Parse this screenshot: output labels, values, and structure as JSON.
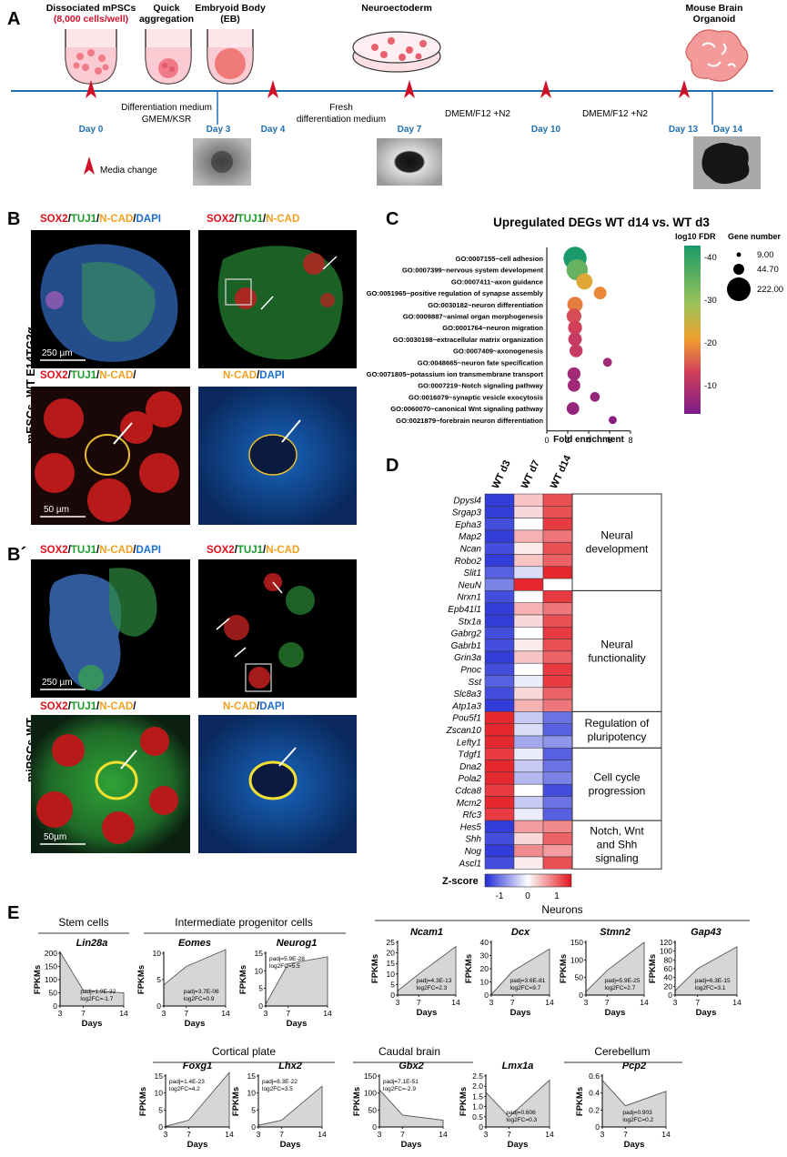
{
  "panel_letters": {
    "A": "A",
    "B": "B",
    "Bp": "B´",
    "C": "C",
    "D": "D",
    "E": "E"
  },
  "colors": {
    "timeline": "#1f6fb5",
    "arrow": "#d0102b",
    "sox2": "#e0101b",
    "tuj1": "#1a9a2a",
    "ncad": "#f0a020",
    "dapi": "#1a6fd0"
  },
  "panelA": {
    "stage_labels": {
      "dissociated": "Dissociated mPSCs",
      "cells": "(8,000 cells/well)",
      "quick1": "Quick",
      "quick2": "aggregation",
      "eb1": "Embryoid Body",
      "eb2": "(EB)",
      "neuro": "Neuroectoderm",
      "organoid1": "Mouse Brain",
      "organoid2": "Organoid"
    },
    "days": [
      "Day 0",
      "Day 3",
      "Day 4",
      "Day 7",
      "Day 10",
      "Day 13",
      "Day 14"
    ],
    "media": {
      "gmem1": "Differentiation medium",
      "gmem2": "GMEM/KSR",
      "fresh1": "Fresh",
      "fresh2": "differentiation medium",
      "dmem1": "DMEM/F12 +N2",
      "dmem2": "DMEM/F12 +N2"
    },
    "legend": "Media change"
  },
  "panelB": {
    "side_label": "mESCs- WT E14TG2α",
    "sox2": "SOX2",
    "tuj1": "TUJ1",
    "ncad": "N-CAD",
    "dapi": "DAPI",
    "slash": "/",
    "slash_end": "/",
    "scale1": "250 µm",
    "scale2": "50 µm"
  },
  "panelBp": {
    "side_label": "miPSCs-WT",
    "scale1": "250 µm",
    "scale2": "50µm"
  },
  "panelC": {
    "title": "Upregulated DEGs WT d14 vs. WT d3",
    "xlabel": "Fold enrichment",
    "colorbar_title": "log10 FDR",
    "colorbar_ticks": [
      "-40",
      "-30",
      "-20",
      "-10"
    ],
    "size_title": "Gene number",
    "size_values": [
      "9.00",
      "44.70",
      "222.00"
    ],
    "x_ticks": [
      "0",
      "2",
      "4",
      "6",
      "8"
    ]
  },
  "chart_data": [
    {
      "type": "scatter",
      "title": "Upregulated DEGs WT d14 vs. WT d3",
      "xlabel": "Fold enrichment",
      "xlim": [
        0,
        8
      ],
      "terms": [
        {
          "term": "GO:0007155~cell adhesion",
          "fold": 2.7,
          "log10FDR": -42,
          "genes": 222
        },
        {
          "term": "GO:0007399~nervous system development",
          "fold": 2.9,
          "log10FDR": -35,
          "genes": 180
        },
        {
          "term": "GO:0007411~axon guidance",
          "fold": 3.6,
          "log10FDR": -22,
          "genes": 90
        },
        {
          "term": "GO:0051965~positive regulation of synapse assembly",
          "fold": 5.1,
          "log10FDR": -18,
          "genes": 45
        },
        {
          "term": "GO:0030182~neuron differentiation",
          "fold": 2.7,
          "log10FDR": -17,
          "genes": 80
        },
        {
          "term": "GO:0009887~animal organ morphogenesis",
          "fold": 2.6,
          "log10FDR": -13,
          "genes": 70
        },
        {
          "term": "GO:0001764~neuron migration",
          "fold": 2.7,
          "log10FDR": -12,
          "genes": 60
        },
        {
          "term": "GO:0030198~extracellular matrix organization",
          "fold": 2.7,
          "log10FDR": -11,
          "genes": 55
        },
        {
          "term": "GO:0007409~axonogenesis",
          "fold": 2.8,
          "log10FDR": -11,
          "genes": 50
        },
        {
          "term": "GO:0048665~neuron fate specification",
          "fold": 5.8,
          "log10FDR": -8,
          "genes": 15
        },
        {
          "term": "GO:0071805~potassium ion transmembrane transport",
          "fold": 2.6,
          "log10FDR": -8,
          "genes": 50
        },
        {
          "term": "GO:0007219~Notch signaling pathway",
          "fold": 2.6,
          "log10FDR": -8,
          "genes": 45
        },
        {
          "term": "GO:0016079~synaptic vesicle exocytosis",
          "fold": 4.6,
          "log10FDR": -7,
          "genes": 20
        },
        {
          "term": "GO:0060070~canonical Wnt signaling pathway",
          "fold": 2.5,
          "log10FDR": -7,
          "genes": 45
        },
        {
          "term": "GO:0021879~forebrain neuron differentiation",
          "fold": 6.3,
          "log10FDR": -6,
          "genes": 10
        }
      ]
    },
    {
      "type": "heatmap",
      "columns": [
        "WT d3",
        "WT d7",
        "WT d14"
      ],
      "colorbar_ticks": [
        "-1",
        "0",
        "1"
      ],
      "colorbar_label": "Z-score",
      "genes": [
        "Dpysl4",
        "Srgap3",
        "Epha3",
        "Map2",
        "Ncan",
        "Robo2",
        "Slit1",
        "NeuN",
        "Nrxn1",
        "Epb41l1",
        "Stx1a",
        "Gabrg2",
        "Gabrb1",
        "Grin3a",
        "Pnoc",
        "Sst",
        "Slc8a3",
        "Atp1a3",
        "Pou5f1",
        "Zscan10",
        "Lefty1",
        "Tdgf1",
        "Dna2",
        "Pola2",
        "Cdca8",
        "Mcm2",
        "Rfc3",
        "Hes5",
        "Shh",
        "Nog",
        "Ascl1"
      ],
      "values": [
        [
          -1.1,
          0.3,
          0.9
        ],
        [
          -1.1,
          0.2,
          0.9
        ],
        [
          -1.0,
          0.0,
          1.0
        ],
        [
          -1.1,
          0.4,
          0.7
        ],
        [
          -1.0,
          0.1,
          0.9
        ],
        [
          -1.1,
          0.3,
          0.8
        ],
        [
          -0.9,
          -0.2,
          1.1
        ],
        [
          -0.7,
          1.1,
          0.0
        ],
        [
          -1.0,
          0.0,
          1.0
        ],
        [
          -1.1,
          0.4,
          0.7
        ],
        [
          -1.1,
          0.2,
          0.9
        ],
        [
          -1.0,
          0.0,
          1.0
        ],
        [
          -1.0,
          0.1,
          0.9
        ],
        [
          -1.1,
          0.3,
          0.8
        ],
        [
          -1.0,
          0.0,
          1.0
        ],
        [
          -0.9,
          -0.1,
          1.0
        ],
        [
          -1.0,
          0.2,
          0.8
        ],
        [
          -1.1,
          0.4,
          0.7
        ],
        [
          1.1,
          -0.3,
          -0.8
        ],
        [
          1.1,
          -0.2,
          -0.9
        ],
        [
          1.1,
          -0.5,
          -0.6
        ],
        [
          1.0,
          -0.1,
          -0.9
        ],
        [
          1.1,
          -0.3,
          -0.8
        ],
        [
          1.1,
          -0.4,
          -0.7
        ],
        [
          1.0,
          0.0,
          -1.0
        ],
        [
          1.1,
          -0.3,
          -0.8
        ],
        [
          1.0,
          -0.1,
          -0.9
        ],
        [
          -1.1,
          0.5,
          0.6
        ],
        [
          -1.0,
          0.2,
          0.8
        ],
        [
          -1.1,
          0.6,
          0.5
        ],
        [
          -1.0,
          0.1,
          0.9
        ]
      ],
      "groups": [
        {
          "label1": "Neural",
          "label2": "development",
          "label3": "",
          "rows": [
            0,
            8
          ]
        },
        {
          "label1": "Neural",
          "label2": "functionality",
          "label3": "",
          "rows": [
            8,
            18
          ]
        },
        {
          "label1": "Regulation of",
          "label2": "pluripotency",
          "label3": "",
          "rows": [
            18,
            21
          ]
        },
        {
          "label1": "Cell cycle",
          "label2": "progression",
          "label3": "",
          "rows": [
            21,
            27
          ]
        },
        {
          "label1": "Notch, Wnt",
          "label2": "and Shh",
          "label3": "signaling",
          "rows": [
            27,
            31
          ]
        }
      ]
    },
    {
      "type": "area",
      "group_titles": {
        "stem": "Stem cells",
        "ipc": "Intermediate progenitor cells",
        "neurons": "Neurons",
        "cortical": "Cortical plate",
        "caudal": "Caudal brain",
        "cereb": "Cerebellum"
      },
      "ylabel": "FPKMs",
      "xlabel": "Days",
      "x": [
        3,
        7,
        14
      ],
      "plots": [
        {
          "gene": "Lin28a",
          "y": [
            205,
            60,
            50
          ],
          "ylim": [
            0,
            200
          ],
          "yticks": [
            "0",
            "50",
            "100",
            "150",
            "200"
          ],
          "padj": "padj=1.9E-32",
          "lfc": "log2FC=-1.7",
          "ann": "bottom"
        },
        {
          "gene": "Eomes",
          "y": [
            4,
            7.5,
            11
          ],
          "ylim": [
            0,
            10
          ],
          "yticks": [
            "0",
            "5",
            "10"
          ],
          "padj": "padj=3.7E-06",
          "lfc": "log2FC=0.9",
          "ann": "bottom"
        },
        {
          "gene": "Neurog1",
          "y": [
            0.5,
            12,
            14
          ],
          "ylim": [
            0,
            15
          ],
          "yticks": [
            "0",
            "5",
            "10",
            "15"
          ],
          "padj": "padj=5.9E-28",
          "lfc": "log2FC=5.5",
          "ann": "top"
        },
        {
          "gene": "Ncam1",
          "y": [
            2,
            10,
            23
          ],
          "ylim": [
            0,
            25
          ],
          "yticks": [
            "0",
            "5",
            "10",
            "15",
            "20",
            "25"
          ],
          "padj": "padj=4.3E-13",
          "lfc": "log2FC=2.3",
          "ann": "bottom"
        },
        {
          "gene": "Dcx",
          "y": [
            0.5,
            18,
            35
          ],
          "ylim": [
            0,
            40
          ],
          "yticks": [
            "0",
            "10",
            "20",
            "30",
            "40"
          ],
          "padj": "padj=3.6E-81",
          "lfc": "log2FC=9.7",
          "ann": "bottom"
        },
        {
          "gene": "Stmn2",
          "y": [
            10,
            70,
            150
          ],
          "ylim": [
            0,
            150
          ],
          "yticks": [
            "0",
            "50",
            "100",
            "150"
          ],
          "padj": "padj=5.9E-25",
          "lfc": "log2FC=2.7",
          "ann": "bottom"
        },
        {
          "gene": "Gap43",
          "y": [
            10,
            60,
            110
          ],
          "ylim": [
            0,
            120
          ],
          "yticks": [
            "0",
            "20",
            "40",
            "60",
            "80",
            "100",
            "120"
          ],
          "padj": "padj=6.3E-15",
          "lfc": "log2FC=3.1",
          "ann": "bottom"
        },
        {
          "gene": "Foxg1",
          "y": [
            0.2,
            2,
            16
          ],
          "ylim": [
            0,
            15
          ],
          "yticks": [
            "0",
            "5",
            "10",
            "15"
          ],
          "padj": "padj=1.4E-23",
          "lfc": "log2FC=4.2",
          "ann": "top"
        },
        {
          "gene": "Lhx2",
          "y": [
            0.5,
            2,
            12
          ],
          "ylim": [
            0,
            15
          ],
          "yticks": [
            "0",
            "5",
            "10",
            "15"
          ],
          "padj": "padj=8.3E-22",
          "lfc": "log2FC=3.5",
          "ann": "top"
        },
        {
          "gene": "Gbx2",
          "y": [
            110,
            35,
            20
          ],
          "ylim": [
            0,
            150
          ],
          "yticks": [
            "0",
            "50",
            "100",
            "150"
          ],
          "padj": "padj=7.1E-51",
          "lfc": "log2FC=-2.9",
          "ann": "top"
        },
        {
          "gene": "Lmx1a",
          "y": [
            1.7,
            0.5,
            2.3
          ],
          "ylim": [
            0,
            2.5
          ],
          "yticks": [
            "0",
            "0.5",
            "1.0",
            "1.5",
            "2.0",
            "2.5"
          ],
          "padj": "padj=0.606",
          "lfc": "log2FC=0.3",
          "ann": "bottom"
        },
        {
          "gene": "Pcp2",
          "y": [
            0.55,
            0.25,
            0.42
          ],
          "ylim": [
            0,
            0.6
          ],
          "yticks": [
            "0",
            "0.2",
            "0.4",
            "0.6"
          ],
          "padj": "padj=0.903",
          "lfc": "log2FC=0.2",
          "ann": "bottom"
        }
      ]
    }
  ]
}
